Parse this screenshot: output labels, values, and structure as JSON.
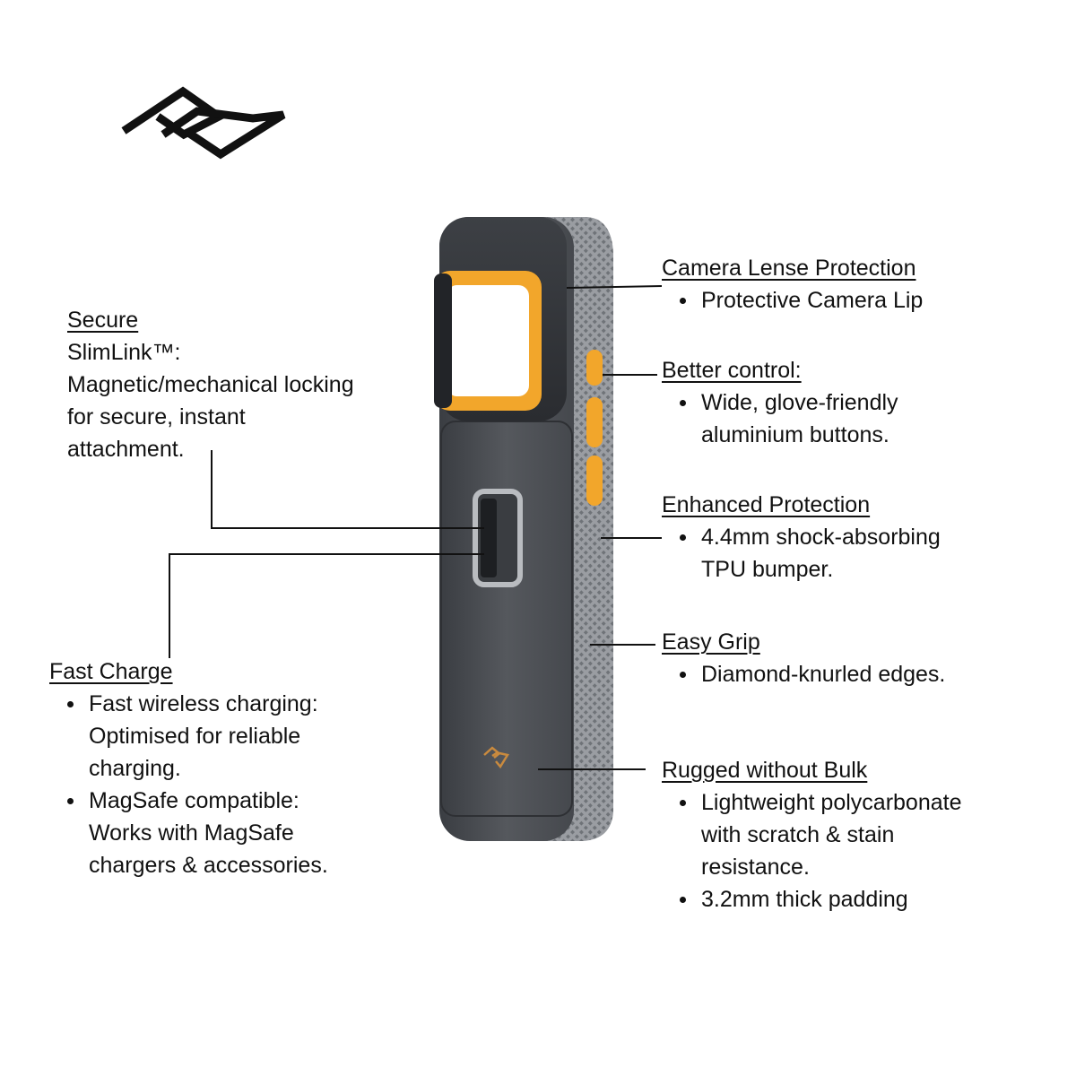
{
  "brand": {
    "logo_icon": "peak-design-pd-logo",
    "accent_color": "#f2a62b",
    "case_color": "#4a4d52"
  },
  "callouts": {
    "camera": {
      "title": "Camera Lense Protection",
      "bullets": [
        [
          "Protective Camera Lip"
        ]
      ]
    },
    "control": {
      "title": "Better control:",
      "bullets": [
        [
          "Wide, glove-friendly",
          "aluminium buttons."
        ]
      ]
    },
    "protection": {
      "title": "Enhanced Protection",
      "bullets": [
        [
          "4.4mm shock-absorbing",
          "TPU bumper."
        ]
      ]
    },
    "grip": {
      "title": "Easy Grip",
      "bullets": [
        [
          "Diamond-knurled edges."
        ]
      ]
    },
    "rugged": {
      "title": "Rugged without Bulk",
      "bullets": [
        [
          "Lightweight polycarbonate",
          "with scratch & stain",
          "resistance."
        ],
        [
          "3.2mm thick padding"
        ]
      ]
    },
    "secure": {
      "title": "Secure",
      "lines": [
        "SlimLink™:",
        "Magnetic/mechanical locking",
        "for secure, instant",
        "attachment."
      ]
    },
    "charge": {
      "title": "Fast Charge",
      "bullets": [
        [
          "Fast wireless charging:",
          "Optimised for reliable",
          "charging."
        ],
        [
          "MagSafe compatible:",
          "Works with MagSafe",
          "chargers & accessories."
        ]
      ]
    }
  }
}
